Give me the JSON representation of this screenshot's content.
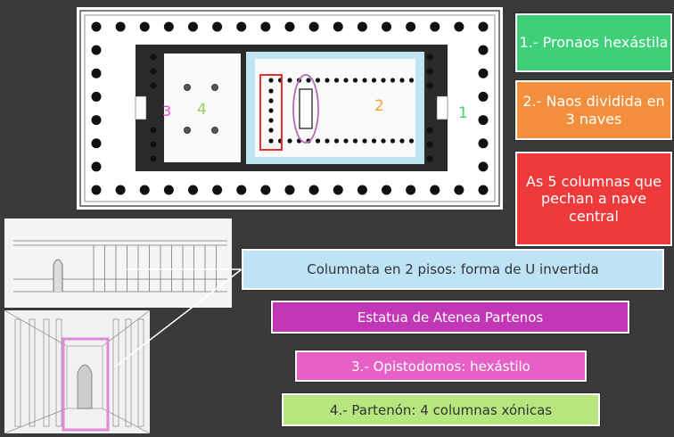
{
  "colors": {
    "background": "#3a3a3a",
    "pronaos": "#3fcf79",
    "naos": "#f38f3c",
    "columnas": "#ef3a3c",
    "columnata": "#bee3f6",
    "estatua": "#c237b8",
    "opistodomos": "#e760c6",
    "partenon": "#b7e57e",
    "num_pronaos": "#3fcf79",
    "num_naos": "#f5a030",
    "num_opisto": "#e24fd0",
    "num_partenon": "#93d060",
    "highlight_red": "#e23030",
    "highlight_violet": "#b36ab5",
    "highlight_cyan": "#8ad8e8",
    "highlight_pink": "#e08bd8"
  },
  "plan": {
    "numbers": {
      "opistodomos": "3",
      "partenon": "4",
      "naos": "2",
      "pronaos": "1"
    }
  },
  "labels": {
    "pronaos": "1.- Pronaos hexástila",
    "naos": "2.- Naos dividida en 3 naves",
    "columnas": "As 5 columnas que pechan a nave central",
    "columnata": "Columnata en 2 pisos: forma de  U invertida",
    "estatua": "Estatua de Atenea Partenos",
    "opistodomos": "3.- Opistodomos: hexástilo",
    "partenon": "4.- Partenón: 4 columnas xónicas"
  },
  "icons": {
    "plan": "temple-floor-plan",
    "engraving_top": "temple-section-engraving",
    "engraving_bottom": "naos-interior-engraving"
  }
}
